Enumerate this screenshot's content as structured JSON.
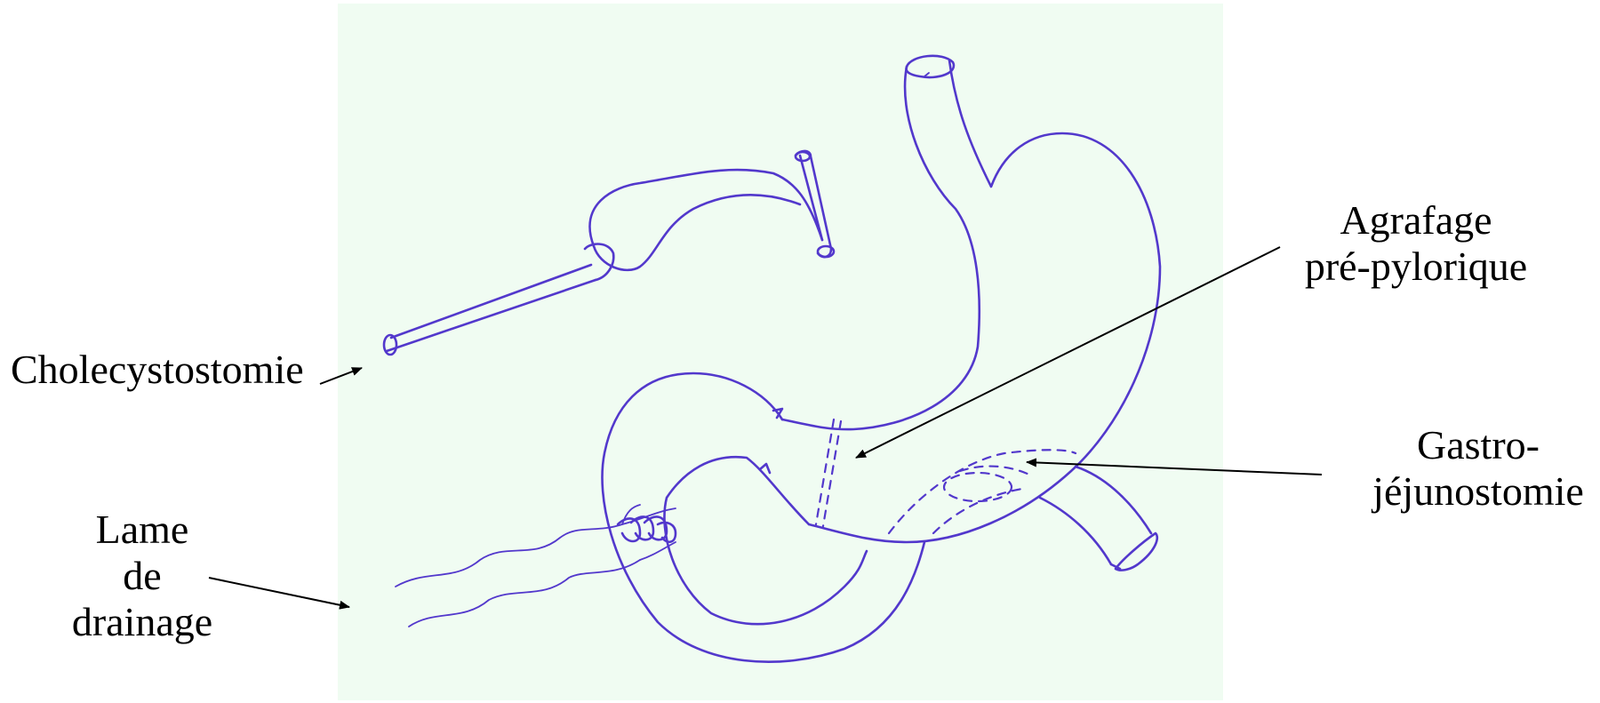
{
  "labels": {
    "cholecystostomie": "Cholecystostomie",
    "agrafage_line1": "Agrafage",
    "agrafage_line2": "pré-pylorique",
    "gastro_line1": "Gastro-",
    "gastro_line2": "jéjunostomie",
    "lame_line1": "Lame",
    "lame_line2": "de",
    "lame_line3": "drainage"
  },
  "colors": {
    "drawing_ink": "#5238cc",
    "panel_background": "#f0fcf2",
    "annotation": "#000000"
  }
}
